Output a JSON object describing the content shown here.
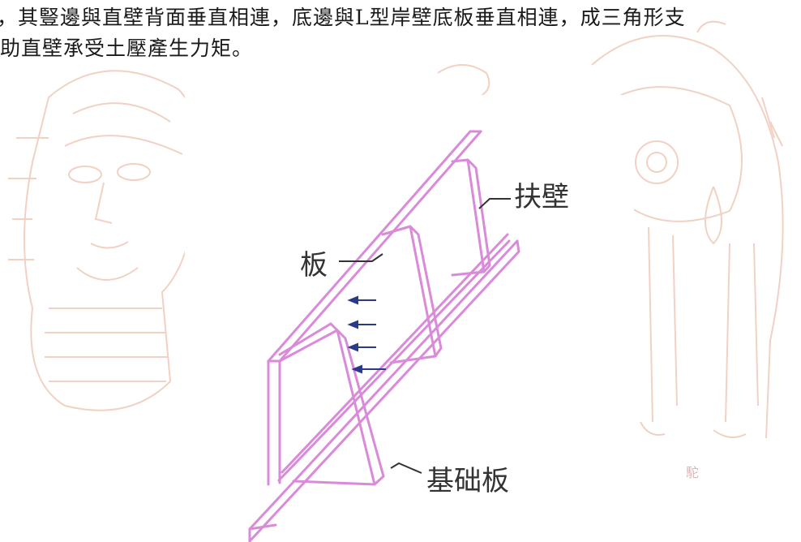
{
  "document": {
    "lines": [
      "，其豎邊與直壁背面垂直相連，底邊與L型岸壁底板垂直相連，成三角形支",
      "助直壁承受土壓產生力矩。"
    ]
  },
  "figure": {
    "labels": {
      "buttress": "扶壁",
      "slab": "板",
      "footing": "基础板"
    },
    "watermark_caption": "駝"
  },
  "colors": {
    "structure_stroke": "#d98ad9",
    "arrow": "#2a3a8a",
    "leader_line": "#333333",
    "watermark": "#efc9ba"
  }
}
